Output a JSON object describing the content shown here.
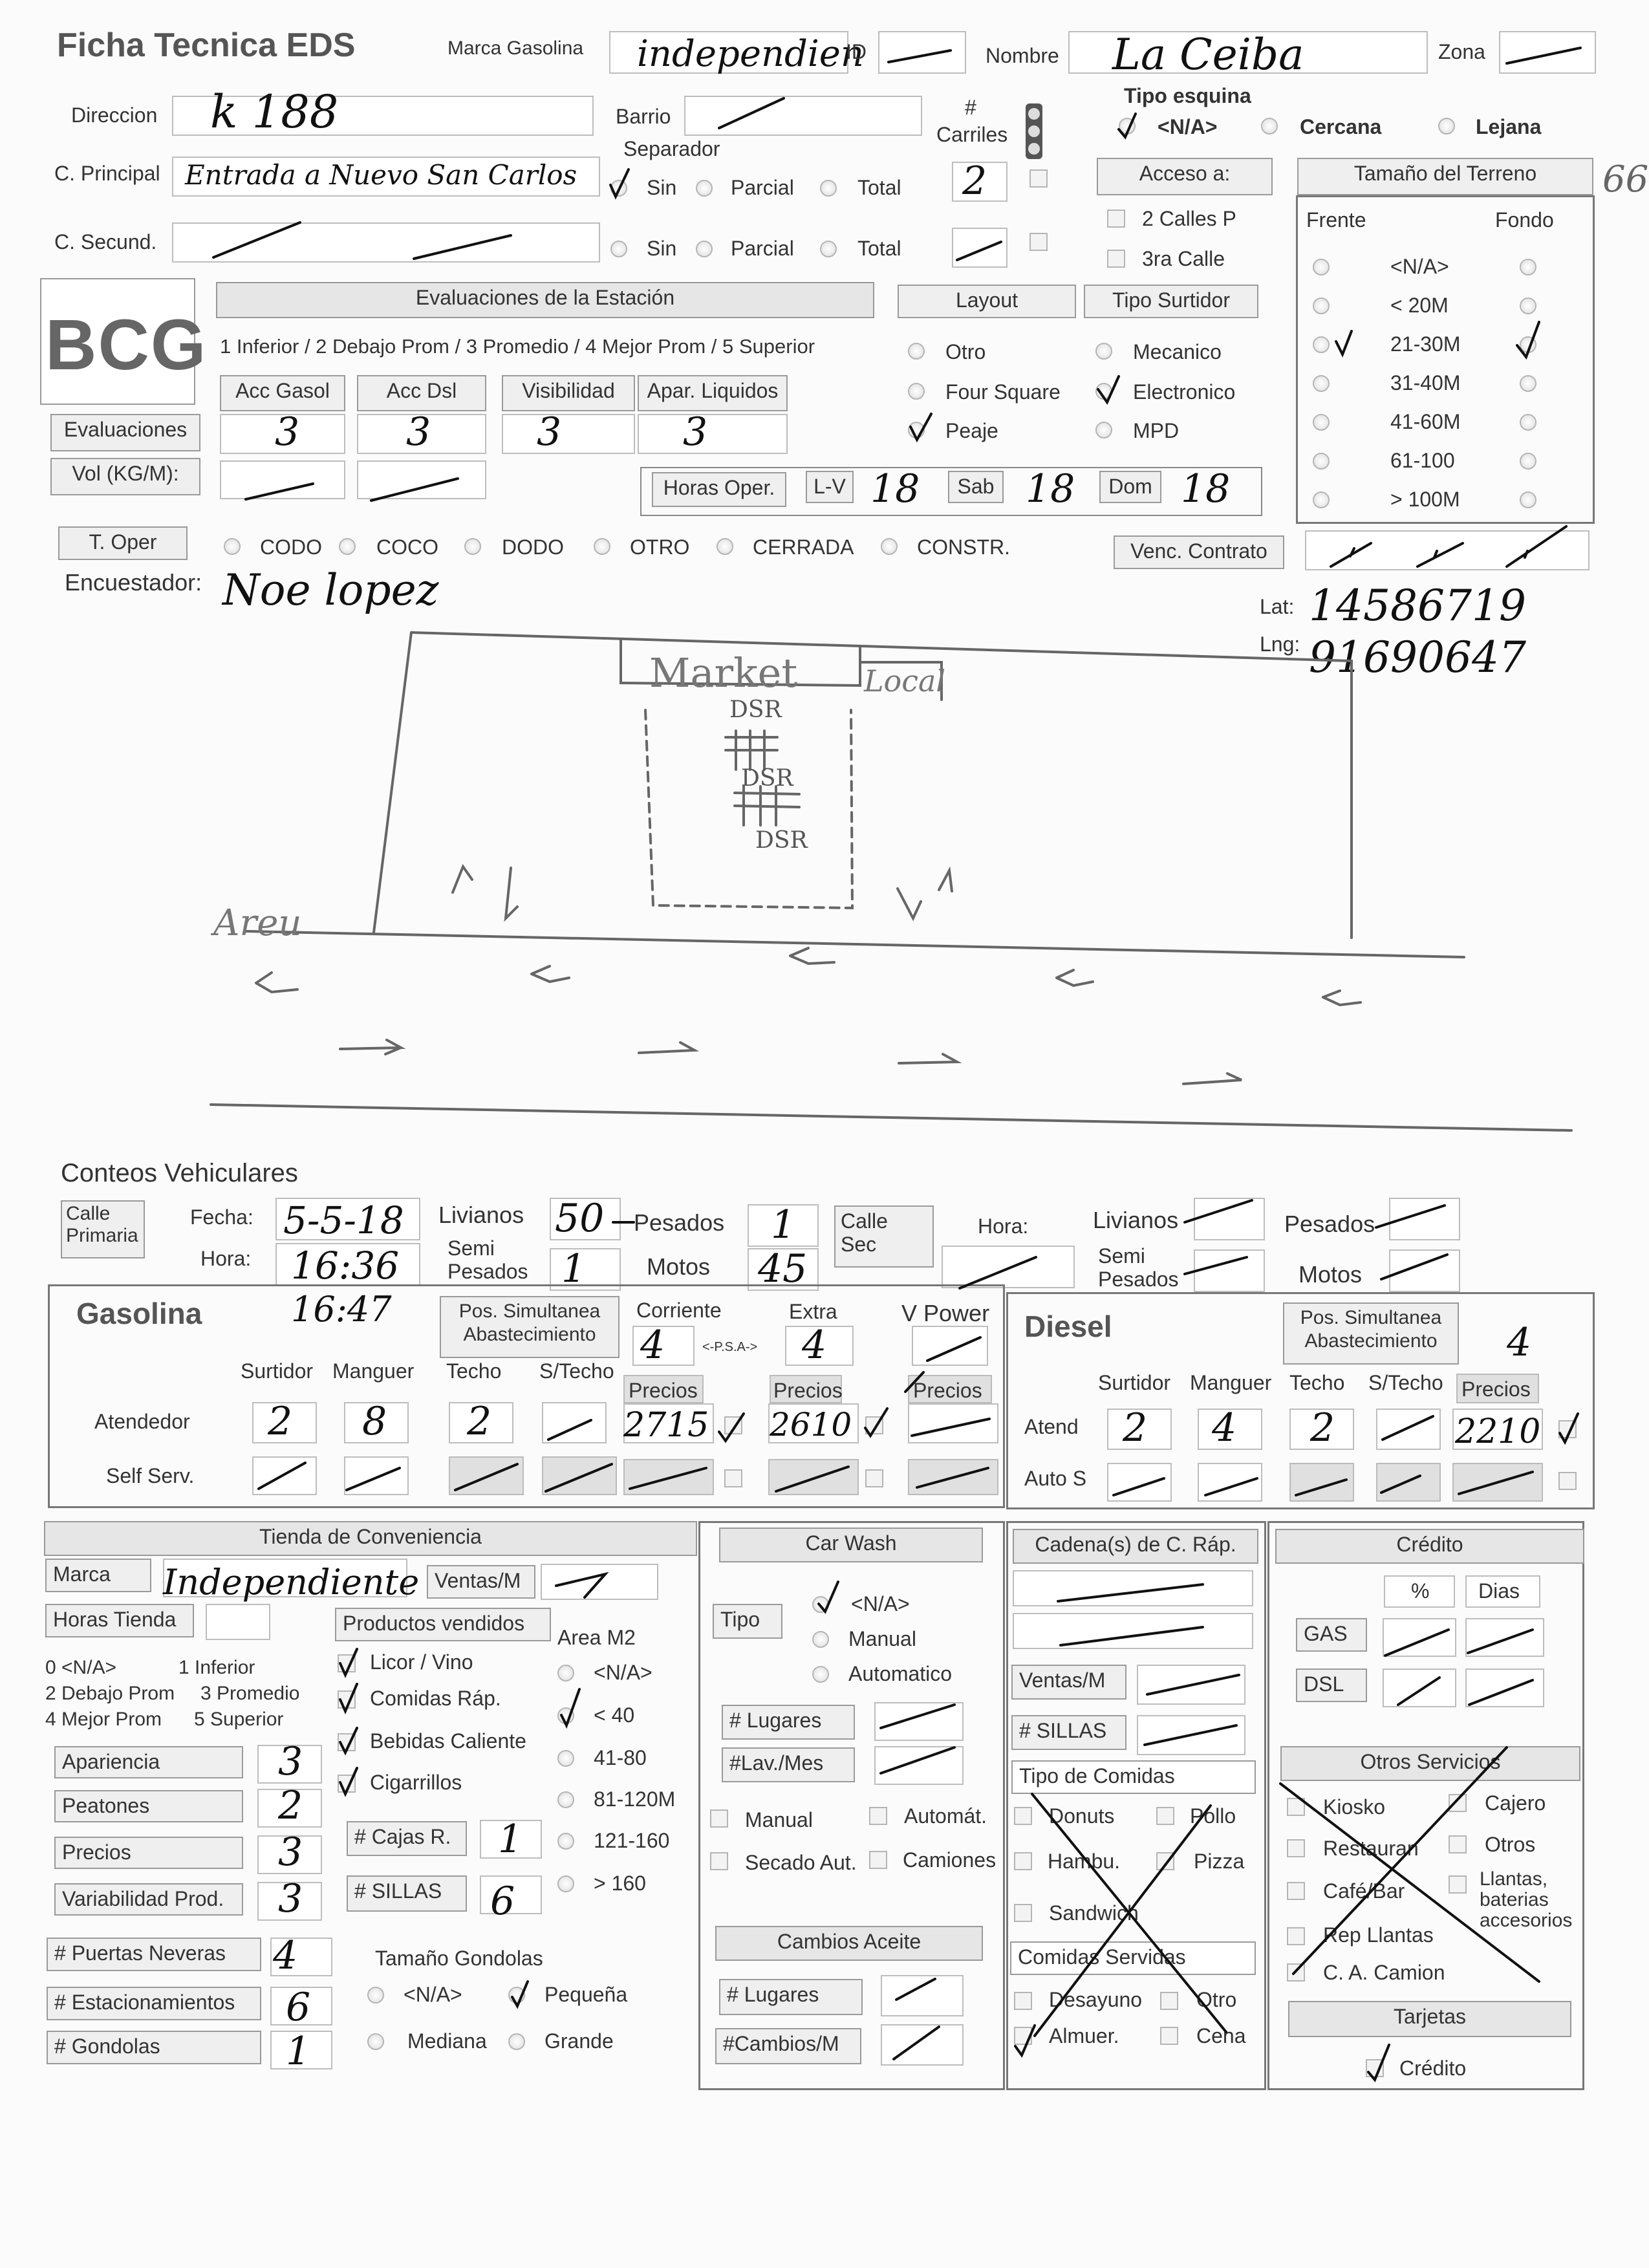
{
  "header": {
    "title": "Ficha Tecnica EDS",
    "marca_label": "Marca Gasolina",
    "marca_value": "independien",
    "id_label": "ID",
    "nombre_label": "Nombre",
    "nombre_value": "La Ceiba",
    "zona_label": "Zona"
  },
  "row2": {
    "direccion_label": "Direccion",
    "direccion_value": "k 188",
    "barrio_label": "Barrio",
    "carriles_label1": "#",
    "carriles_label2": "Carriles",
    "tipo_esquina_label": "Tipo esquina",
    "na": "<N/A>",
    "cercana": "Cercana",
    "lejana": "Lejana"
  },
  "row3": {
    "principal_label": "C. Principal",
    "principal_value": "Entrada a Nuevo San Carlos",
    "separador_label": "Separador",
    "sin": "Sin",
    "parcial": "Parcial",
    "total": "Total",
    "carriles_value": "2",
    "acceso_label": "Acceso a:",
    "dos_calles": "2 Calles P",
    "tercera": "3ra Calle",
    "tamano_label": "Tamaño del Terreno",
    "frente": "Frente",
    "fondo": "Fondo",
    "margin_note": "66"
  },
  "row4": {
    "secundaria_label": "C. Secund."
  },
  "terreno_options": [
    "<N/A>",
    "< 20M",
    "21-30M",
    "31-40M",
    "41-60M",
    "61-100",
    "> 100M"
  ],
  "logo": "BCG",
  "evaluaciones": {
    "header": "Evaluaciones de la Estación",
    "scale": "1 Inferior / 2 Debajo Prom / 3 Promedio / 4 Mejor Prom / 5 Superior",
    "cols": [
      "Acc Gasol",
      "Acc Dsl",
      "Visibilidad",
      "Apar. Liquidos"
    ],
    "row_label": "Evaluaciones",
    "values": [
      "3",
      "3",
      "3",
      "3"
    ],
    "vol_label": "Vol (KG/M):"
  },
  "layout": {
    "label": "Layout",
    "options": [
      "Otro",
      "Four Square",
      "Peaje"
    ]
  },
  "surtidor": {
    "label": "Tipo Surtidor",
    "options": [
      "Mecanico",
      "Electronico",
      "MPD"
    ]
  },
  "horas": {
    "label": "Horas Oper.",
    "lv_label": "L-V",
    "lv": "18",
    "sab_label": "Sab",
    "sab": "18",
    "dom_label": "Dom",
    "dom": "18"
  },
  "toper": {
    "label": "T. Oper",
    "options": [
      "CODO",
      "COCO",
      "DODO",
      "OTRO",
      "CERRADA",
      "CONSTR."
    ],
    "venc_label": "Venc. Contrato"
  },
  "encuestador": {
    "label": "Encuestador:",
    "value": "Noe lopez"
  },
  "coords": {
    "lat_label": "Lat:",
    "lat": "14586719",
    "lng_label": "Lng:",
    "lng": "91690647"
  },
  "sketch": {
    "market": "Market",
    "local": "Local",
    "dsr1": "DSR",
    "dsr2": "DSR",
    "dsr3": "DSR",
    "areu": "Areu"
  },
  "conteos": {
    "title": "Conteos Vehiculares",
    "primaria": "Calle Primaria",
    "fecha_label": "Fecha:",
    "fecha": "5-5-18",
    "hora_label": "Hora:",
    "hora1": "16:36",
    "hora2": "16:47",
    "livianos": "Livianos",
    "livianos_v": "50",
    "pesados": "Pesados",
    "pesados_v": "1",
    "semi": "Semi Pesados",
    "semi_v": "1",
    "motos": "Motos",
    "motos_v": "45",
    "secundaria": "Calle Sec",
    "hora_sec": "Hora:",
    "livianos2": "Livianos",
    "pesados2": "Pesados",
    "semi2": "Semi Pesados",
    "motos2": "Motos"
  },
  "gasolina": {
    "title": "Gasolina",
    "pos": "Pos. Simultanea Abastecimiento",
    "corriente": "Corriente",
    "corriente_v": "4",
    "psa": "<-P.S.A->",
    "extra": "Extra",
    "extra_v": "4",
    "vpower": "V Power",
    "cols": [
      "Surtidor",
      "Manguer",
      "Techo",
      "S/Techo"
    ],
    "precios": "Precios",
    "atendedor": "Atendedor",
    "vals": [
      "2",
      "8",
      "2"
    ],
    "p1": "2715",
    "p2": "2610",
    "self": "Self Serv."
  },
  "diesel": {
    "title": "Diesel",
    "pos": "Pos. Simultanea Abastecimiento",
    "pos_v": "4",
    "cols": [
      "Surtidor",
      "Manguer",
      "Techo",
      "S/Techo"
    ],
    "precios": "Precios",
    "atend": "Atend",
    "vals": [
      "2",
      "4",
      "2"
    ],
    "p1": "2210",
    "autos": "Auto S"
  },
  "tienda": {
    "header": "Tienda de Conveniencia",
    "marca_label": "Marca",
    "marca_value": "Independiente",
    "ventas_label": "Ventas/M",
    "horas_label": "Horas Tienda",
    "productos_label": "Productos vendidos",
    "area_label": "Area M2",
    "scale1": "0 <N/A>",
    "scale1b": "1 Inferior",
    "scale2": "2 Debajo Prom",
    "scale2b": "3 Promedio",
    "scale3": "4 Mejor Prom",
    "scale3b": "5 Superior",
    "productos": [
      "Licor / Vino",
      "Comidas Ráp.",
      "Bebidas Caliente",
      "Cigarrillos"
    ],
    "area_opts": [
      "<N/A>",
      "< 40",
      "41-80",
      "81-120M",
      "121-160",
      "> 160"
    ],
    "items": [
      {
        "label": "Apariencia",
        "v": "3"
      },
      {
        "label": "Peatones",
        "v": "2"
      },
      {
        "label": "Precios",
        "v": "3"
      },
      {
        "label": "Variabilidad Prod.",
        "v": "3"
      },
      {
        "label": "# Puertas Neveras",
        "v": "4"
      },
      {
        "label": "# Estacionamientos",
        "v": "6"
      },
      {
        "label": "# Gondolas",
        "v": "1"
      }
    ],
    "cajas_label": "# Cajas R.",
    "cajas_v": "1",
    "sillas_label": "# SILLAS",
    "sillas_v": "6",
    "gondolas_label": "Tamaño Gondolas",
    "g_opts": [
      "<N/A>",
      "Pequeña",
      "Mediana",
      "Grande"
    ]
  },
  "carwash": {
    "header": "Car Wash",
    "tipo": "Tipo",
    "opts": [
      "<N/A>",
      "Manual",
      "Automatico"
    ],
    "lugares": "# Lugares",
    "lav": "#Lav./Mes",
    "manual": "Manual",
    "automat": "Automát.",
    "secado": "Secado Aut.",
    "camiones": "Camiones",
    "aceite_header": "Cambios Aceite",
    "lugares2": "# Lugares",
    "cambios": "#Cambios/M"
  },
  "cadena": {
    "header": "Cadena(s) de C. Ráp.",
    "ventas": "Ventas/M",
    "sillas": "# SILLAS",
    "tipo": "Tipo de Comidas",
    "comidas": [
      "Donuts",
      "Pollo",
      "Hambu.",
      "Pizza",
      "Sandwich"
    ],
    "servidas": "Comidas Servidas",
    "serv_opts": [
      "Desayuno",
      "Otro",
      "Almuer.",
      "Cena"
    ]
  },
  "credito": {
    "header": "Crédito",
    "pct": "%",
    "dias": "Dias",
    "gas": "GAS",
    "dsl": "DSL",
    "otros_header": "Otros Servicios",
    "otros": [
      "Kiosko",
      "Cajero",
      "Restauran",
      "Otros",
      "Café/Bar",
      "Llantas, baterias accesorios",
      "Rep Llantas",
      "C. A. Camion"
    ],
    "tarjetas": "Tarjetas",
    "credito_label": "Crédito"
  }
}
